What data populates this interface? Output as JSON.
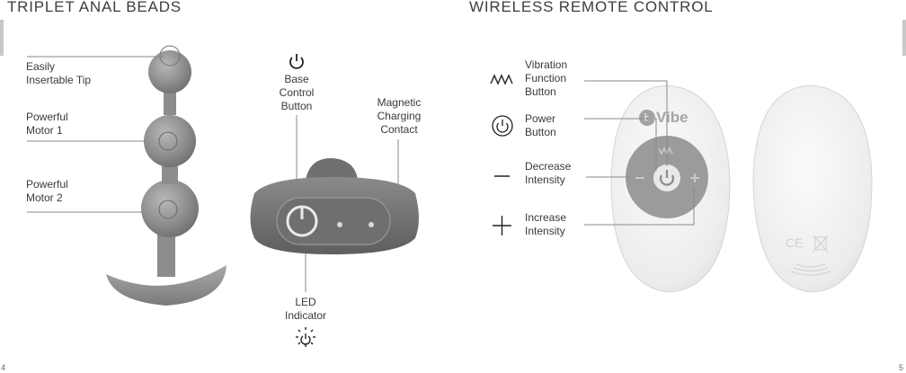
{
  "left_heading": "TRIPLET ANAL BEADS",
  "right_heading": "WIRELESS REMOTE CONTROL",
  "left_labels": {
    "tip": [
      "Easily",
      "Insertable Tip"
    ],
    "motor1": [
      "Powerful",
      "Motor 1"
    ],
    "motor2": [
      "Powerful",
      "Motor 2"
    ],
    "base_button": [
      "Base",
      "Control",
      "Button"
    ],
    "charging": [
      "Magnetic",
      "Charging",
      "Contact"
    ],
    "led": [
      "LED",
      "Indicator"
    ]
  },
  "right_labels": {
    "vibration": [
      "Vibration",
      "Function",
      "Button"
    ],
    "power": [
      "Power",
      "Button"
    ],
    "decrease": [
      "Decrease",
      "Intensity"
    ],
    "increase": [
      "Increase",
      "Intensity"
    ]
  },
  "remote_brand": "b-Vibe",
  "back_marks": "CE",
  "page_left": "4",
  "page_right": "5",
  "icons": {
    "power": "power-icon",
    "led": "led-light-icon",
    "vibration": "wave-icon",
    "decrease": "minus-icon",
    "increase": "plus-icon"
  }
}
